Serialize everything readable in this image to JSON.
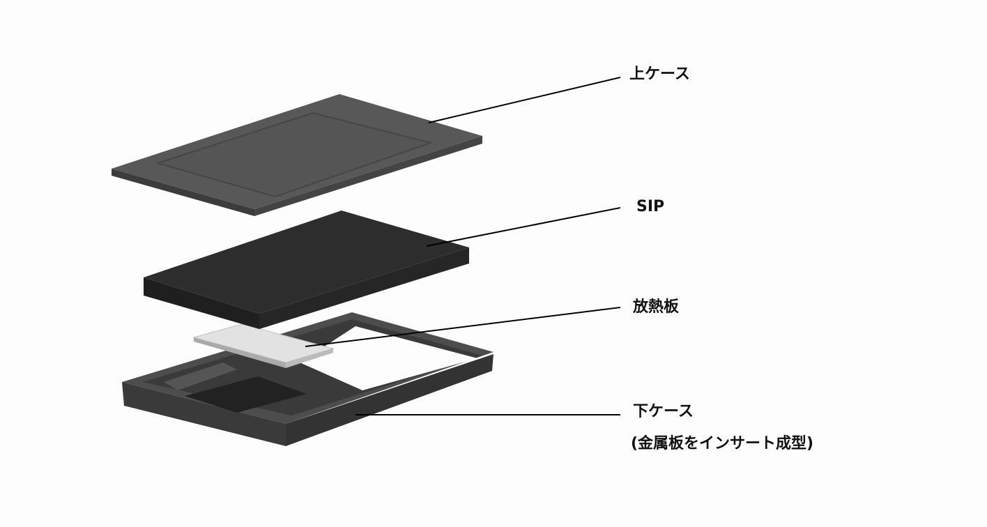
{
  "labels": {
    "upper_case": "上ケース",
    "sip": "SIP",
    "heat_plate": "放熱板",
    "lower_case": "下ケース",
    "lower_case_note": "(金属板をインサート成型)"
  },
  "colors": {
    "upper_case": "#575757",
    "sip": "#2c2c2c",
    "heat_plate": "#e2e2e2",
    "lower_case": "#4a4a4a",
    "leader_line": "#000000"
  }
}
